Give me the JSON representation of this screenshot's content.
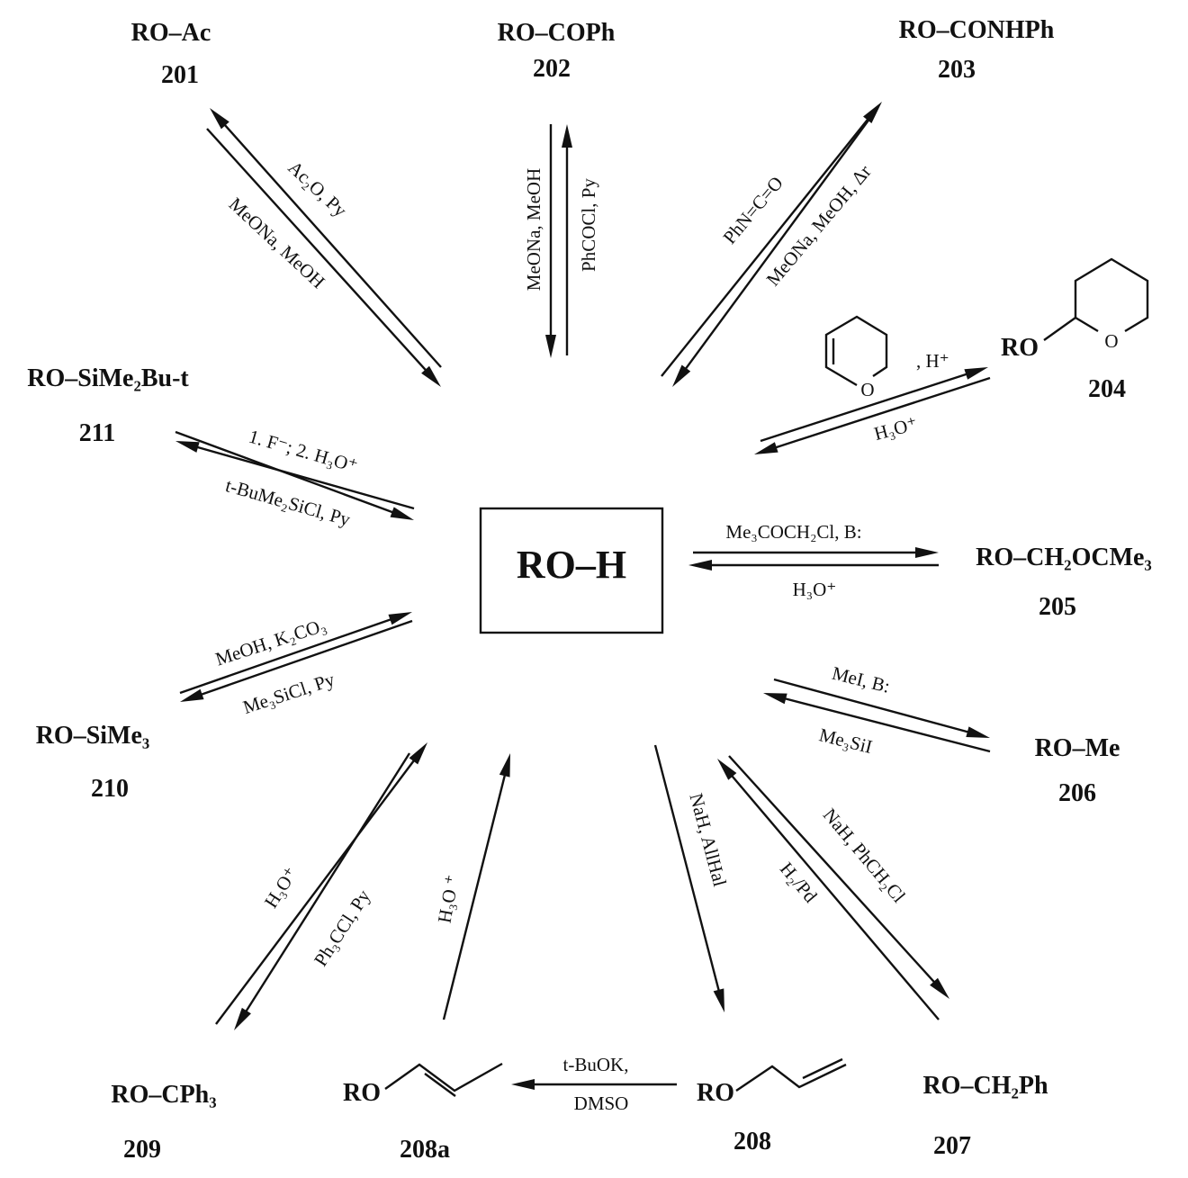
{
  "center": {
    "label": "RO–H"
  },
  "compounds": {
    "c201": {
      "formula": "RO–Ac",
      "number": "201"
    },
    "c202": {
      "formula": "RO–COPh",
      "number": "202"
    },
    "c203": {
      "formula": "RO–CONHPh",
      "number": "203"
    },
    "c204": {
      "formula": "RO",
      "ring_atom": "O",
      "number": "204"
    },
    "c205": {
      "formula": "RO–CH₂OCMe₃",
      "number": "205"
    },
    "c206": {
      "formula": "RO–Me",
      "number": "206"
    },
    "c207": {
      "formula": "RO–CH₂Ph",
      "number": "207"
    },
    "c208": {
      "formula": "RO",
      "number": "208"
    },
    "c208a": {
      "formula": "RO",
      "number": "208a"
    },
    "c209": {
      "formula": "RO–CPh₃",
      "number": "209"
    },
    "c210": {
      "formula": "RO–SiMe₃",
      "number": "210"
    },
    "c211": {
      "formula": "RO–SiMe₂Bu-t",
      "number": "211"
    }
  },
  "reagents": {
    "r201_fwd": "Ac₂O, Py",
    "r201_rev": "MeONa, MeOH",
    "r202_rev": "MeONa, MeOH",
    "r202_fwd": "PhCOCl, Py",
    "r203_fwd": "PhN=C=O",
    "r203_rev": "MeONa, MeOH, Δr",
    "r204_fwd": ", H⁺",
    "r204_dhp_atom": "O",
    "r204_rev": "H₃O⁺",
    "r205_fwd": "Me₃COCH₂Cl, B:",
    "r205_rev": "H₃O⁺",
    "r206_fwd": "MeI, B:",
    "r206_rev": "Me₃SiI",
    "r207_fwd": "NaH, PhCH₂Cl",
    "r207_rev": "H₂/Pd",
    "r208_fwd": "NaH, AllHal",
    "r208a_rev": "H₃O ⁺",
    "r208_isom_1": "t-BuOK,",
    "r208_isom_2": "DMSO",
    "r209_rev": "H₃O⁺",
    "r209_fwd": "Ph₃CCl, Py",
    "r210_rev": "MeOH, K₂CO₃",
    "r210_fwd": "Me₃SiCl, Py",
    "r211_rev": "1. F⁻; 2.  H₃O⁺",
    "r211_fwd": "t-BuMe₂SiCl, Py"
  }
}
